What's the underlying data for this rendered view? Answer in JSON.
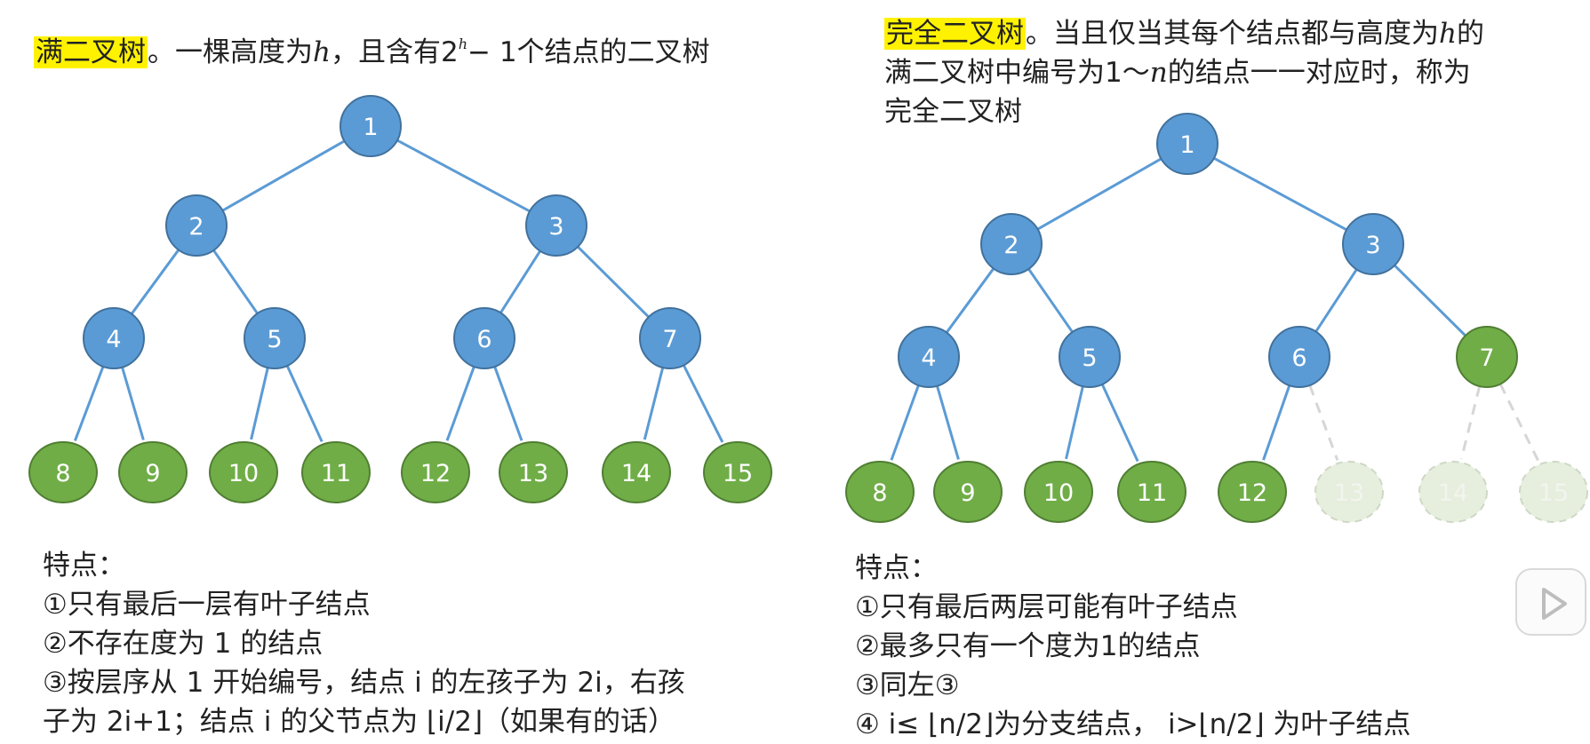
{
  "left": {
    "title_highlight": "满二叉树",
    "title_rest_a": "。一棵高度为",
    "var_h": "h",
    "title_rest_b": "，且含有2",
    "sup_h": "h",
    "title_rest_c": "− 1个结点的二叉树",
    "features_heading": "特点：",
    "features": [
      "①只有最后一层有叶子结点",
      "②不存在度为 1 的结点",
      "③按层序从 1 开始编号，结点 i 的左孩子为 2i，右孩",
      "子为 2i+1；结点 i 的父节点为 ⌊i/2⌋（如果有的话）"
    ],
    "nodes": [
      "1",
      "2",
      "3",
      "4",
      "5",
      "6",
      "7",
      "8",
      "9",
      "10",
      "11",
      "12",
      "13",
      "14",
      "15"
    ]
  },
  "right": {
    "title_highlight": "完全二叉树",
    "title_line1_rest_a": "。当且仅当其每个结点都与高度为",
    "var_h": "h",
    "title_line1_rest_b": "的",
    "title_line2_a": "满二叉树中编号为1～",
    "var_n": "n",
    "title_line2_b": "的结点一一对应时，称为",
    "title_line3": "完全二叉树",
    "features_heading": "特点：",
    "features": [
      "①只有最后两层可能有叶子结点",
      "②最多只有一个度为1的结点",
      "③同左③",
      "④ i≤ ⌊n/2⌋为分支结点， i>⌊n/2⌋ 为叶子结点"
    ],
    "nodes": [
      "1",
      "2",
      "3",
      "4",
      "5",
      "6",
      "7",
      "8",
      "9",
      "10",
      "11",
      "12",
      "13",
      "14",
      "15"
    ],
    "present_count": 12,
    "green_nodes": [
      "7",
      "8",
      "9",
      "10",
      "11",
      "12"
    ]
  },
  "colors": {
    "blue_node": "#5b9bd5",
    "green_node": "#70ad47",
    "edge": "#5b9bd5",
    "ghost_node": "#e6eedd",
    "highlight": "#fff200"
  },
  "icons": {
    "play": "play-icon"
  }
}
